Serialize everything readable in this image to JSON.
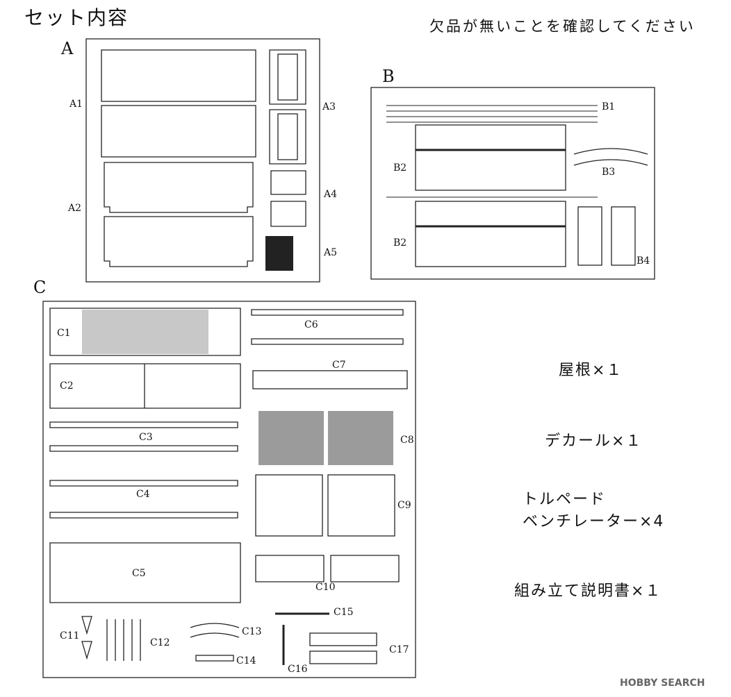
{
  "header": {
    "title": "セット内容",
    "note": "欠品が無いことを確認してください"
  },
  "sheets": [
    {
      "id": "A",
      "parts": [
        "A1",
        "A2",
        "A3",
        "A4",
        "A5"
      ]
    },
    {
      "id": "B",
      "parts": [
        "B1",
        "B2",
        "B2",
        "B3",
        "B4"
      ]
    },
    {
      "id": "C",
      "parts": [
        "C1",
        "C2",
        "C3",
        "C4",
        "C5",
        "C6",
        "C7",
        "C8",
        "C9",
        "C10",
        "C11",
        "C12",
        "C13",
        "C14",
        "C15",
        "C16",
        "C17"
      ]
    }
  ],
  "extras": [
    "屋根×１",
    "デカール×１",
    "トルペード",
    "ベンチレーター×4",
    "組み立て説明書×１"
  ],
  "watermark": "HOBBY SEARCH"
}
